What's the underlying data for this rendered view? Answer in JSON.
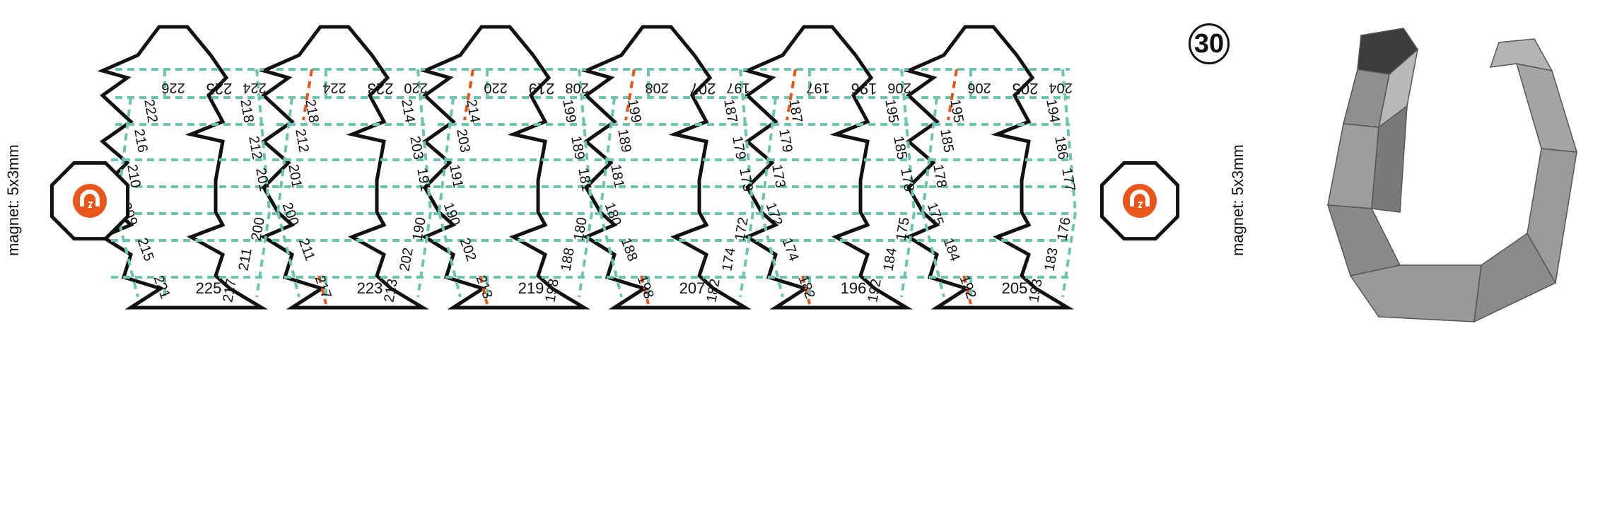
{
  "page_number": "30",
  "magnet_label_left": "magnet: 5x3mm",
  "magnet_label_right": "magnet: 5x3mm",
  "colors": {
    "outline": "#111111",
    "fold_valley": "#6cc4ae",
    "fold_cut": "#e0581c",
    "magnet_tab": "#e8561c"
  },
  "icons": [
    "magnet-icon",
    "magnet-icon"
  ],
  "segments": [
    {
      "top_left": "226",
      "top_mid": "225",
      "top_right": "224",
      "l1": "222",
      "l2": "216",
      "l3": "210",
      "r1": "218",
      "r2": "212",
      "r3": "201",
      "bl1": "209",
      "bl2": "215",
      "bl3": "221",
      "br1": "200",
      "br2": "211",
      "br3": "217",
      "bottom": "225"
    },
    {
      "top_left": "224",
      "top_mid": "223",
      "top_right": "220",
      "l1": "218",
      "l2": "212",
      "l3": "201",
      "r1": "214",
      "r2": "203",
      "r3": "191",
      "bl1": "200",
      "bl2": "211",
      "bl3": "217",
      "br1": "190",
      "br2": "202",
      "br3": "213",
      "bottom": "223"
    },
    {
      "top_left": "220",
      "top_mid": "219",
      "top_right": "208",
      "l1": "214",
      "l2": "203",
      "l3": "191",
      "r1": "199",
      "r2": "189",
      "r3": "181",
      "bl1": "190",
      "bl2": "202",
      "bl3": "213",
      "br1": "180",
      "br2": "188",
      "br3": "198",
      "bottom": "219"
    },
    {
      "top_left": "208",
      "top_mid": "207",
      "top_right": "197",
      "l1": "199",
      "l2": "189",
      "l3": "181",
      "r1": "187",
      "r2": "179",
      "r3": "173",
      "bl1": "180",
      "bl2": "188",
      "bl3": "198",
      "br1": "172",
      "br2": "174",
      "br3": "182",
      "bottom": "207"
    },
    {
      "top_left": "197",
      "top_mid": "196",
      "top_right": "206",
      "l1": "187",
      "l2": "179",
      "l3": "173",
      "r1": "195",
      "r2": "185",
      "r3": "178",
      "bl1": "172",
      "bl2": "174",
      "bl3": "182",
      "br1": "175",
      "br2": "184",
      "br3": "192",
      "bottom": "196"
    },
    {
      "top_left": "206",
      "top_mid": "205",
      "top_right": "204",
      "l1": "195",
      "l2": "185",
      "l3": "178",
      "r1": "194",
      "r2": "186",
      "r3": "177",
      "bl1": "175",
      "bl2": "184",
      "bl3": "192",
      "br1": "176",
      "br2": "183",
      "br3": "193",
      "bottom": "205"
    }
  ]
}
